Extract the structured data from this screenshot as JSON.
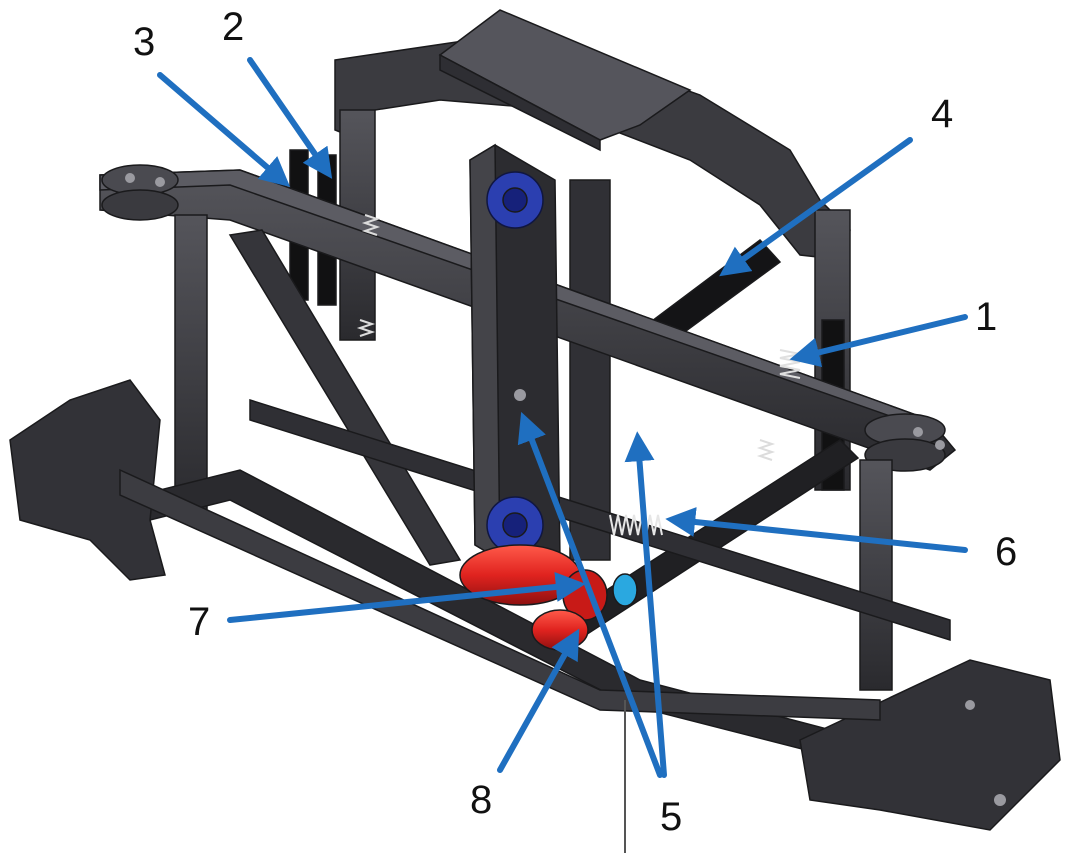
{
  "colors": {
    "frame": "#3a3a3e",
    "frame_dark": "#242427",
    "frame_light": "#5a5a60",
    "arrow": "#1f6fc0",
    "bearing_blue": "#2b3fb0",
    "roller_red": "#e0231f",
    "spring_light": "#d8d8d8",
    "background": "#ffffff"
  },
  "callouts": [
    {
      "id": "c1",
      "label": "1"
    },
    {
      "id": "c2",
      "label": "2"
    },
    {
      "id": "c3",
      "label": "3"
    },
    {
      "id": "c4",
      "label": "4"
    },
    {
      "id": "c5",
      "label": "5"
    },
    {
      "id": "c6",
      "label": "6"
    },
    {
      "id": "c7",
      "label": "7"
    },
    {
      "id": "c8",
      "label": "8"
    }
  ]
}
